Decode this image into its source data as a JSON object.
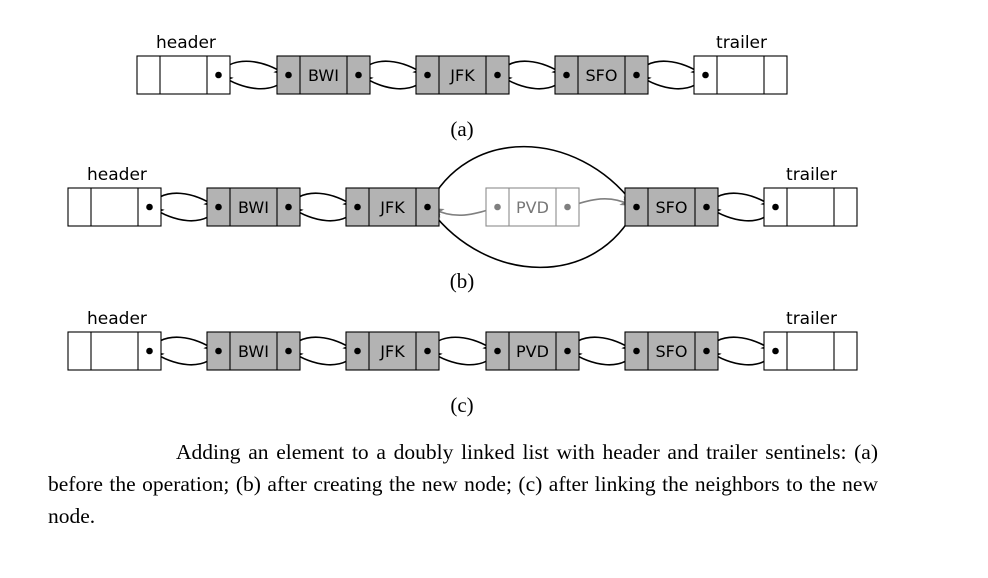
{
  "rows": [
    {
      "id": "a",
      "subcaption": "(a)",
      "header_label": "header",
      "trailer_label": "trailer",
      "nodes": [
        "BWI",
        "JFK",
        "SFO"
      ],
      "unlinked_node": null
    },
    {
      "id": "b",
      "subcaption": "(b)",
      "header_label": "header",
      "trailer_label": "trailer",
      "nodes": [
        "BWI",
        "JFK",
        "SFO"
      ],
      "unlinked_node": "PVD"
    },
    {
      "id": "c",
      "subcaption": "(c)",
      "header_label": "header",
      "trailer_label": "trailer",
      "nodes": [
        "BWI",
        "JFK",
        "PVD",
        "SFO"
      ],
      "unlinked_node": null
    }
  ],
  "caption": "Adding an element to a doubly linked list with header and trailer sentinels: (a) before the operation; (b) after creating the new node; (c) after linking the neighbors to the new node.",
  "colors": {
    "node_fill": "#b3b3b3",
    "sentinel_fill": "#ffffff",
    "new_node_stroke": "#8c8c8c",
    "new_node_text": "#777777",
    "new_node_pointer": "#808080",
    "stroke": "#000000"
  }
}
